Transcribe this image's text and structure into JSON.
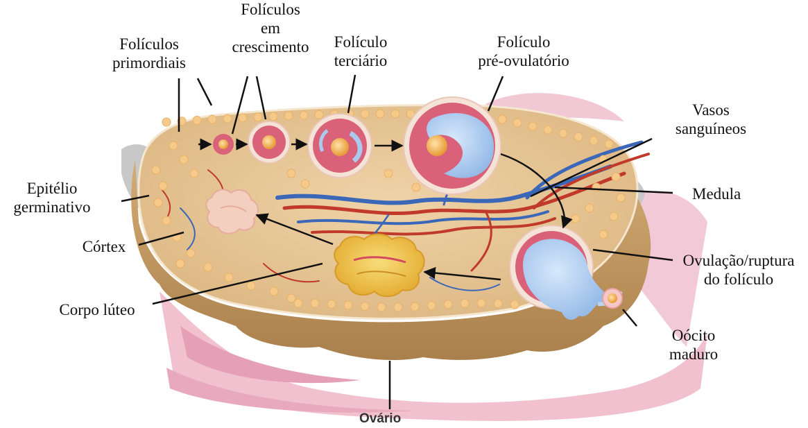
{
  "labels": {
    "primordiais": [
      "Folículos",
      "primordiais"
    ],
    "crescimento": [
      "Folículos",
      "em",
      "crescimento"
    ],
    "terciario": [
      "Folículo",
      "terciário"
    ],
    "pre_ovulatorio": [
      "Folículo",
      "pré-ovulatório"
    ],
    "vasos": [
      "Vasos",
      "sanguíneos"
    ],
    "medula": [
      "Medula"
    ],
    "epitelio": [
      "Epitélio",
      "germinativo"
    ],
    "cortex": [
      "Córtex"
    ],
    "ovulacao": [
      "Ovulação/ruptura",
      "do folículo"
    ],
    "corpo_luteo": [
      "Corpo lúteo"
    ],
    "oocito": [
      "Oócito",
      "maduro"
    ],
    "ovario": "Ovário"
  },
  "colors": {
    "ovary_surface": "#e8c79a",
    "ovary_side": "#c9a06a",
    "follicle_wall": "#d9627a",
    "antrum": "#a9c9ee",
    "oocyte": "#f4b24a",
    "corpus_luteum": "#f0c24a",
    "corpus_albicans": "#f3cfc0",
    "vessel_red": "#c0392b",
    "vessel_blue": "#3a67b8",
    "tissue_pink": "#eeb6c8"
  }
}
